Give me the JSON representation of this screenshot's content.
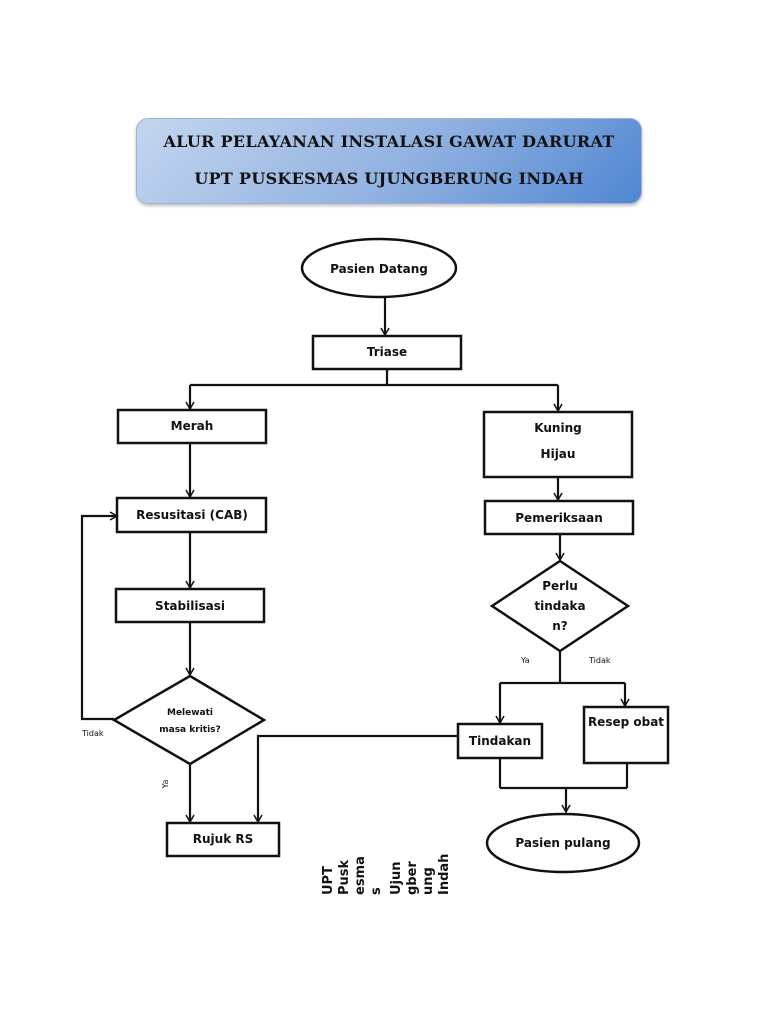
{
  "header": {
    "line1": "ALUR PELAYANAN INSTALASI GAWAT DARURAT",
    "line2": "UPT PUSKESMAS UJUNGBERUNG INDAH"
  },
  "nodes": {
    "pasien_datang": "Pasien Datang",
    "triase": "Triase",
    "merah": "Merah",
    "kuning_line1": "Kuning",
    "kuning_line2": "Hijau",
    "resusitasi": "Resusitasi (CAB)",
    "pemeriksaan": "Pemeriksaan",
    "stabilisasi": "Stabilisasi",
    "perlu_line1": "Perlu",
    "perlu_line2": "tindaka",
    "perlu_line3": "n?",
    "melewati_line1": "Melewati",
    "melewati_line2": "masa kritis?",
    "tindakan": "Tindakan",
    "resep_obat": "Resep obat",
    "rujuk_rs": "Rujuk RS",
    "pasien_pulang": "Pasien pulang"
  },
  "edge_labels": {
    "ya_right": "Ya",
    "tidak_right": "Tidak",
    "tidak_left": "Tidak",
    "ya_left": "Ya"
  },
  "vertical_text": [
    "UPT",
    "Pusk",
    "esma",
    "s",
    "Ujun",
    "gber",
    "ung",
    "Indah"
  ],
  "colors": {
    "header_light": "#c4d6ef",
    "header_dark": "#4f86d2",
    "stroke": "#111111"
  }
}
